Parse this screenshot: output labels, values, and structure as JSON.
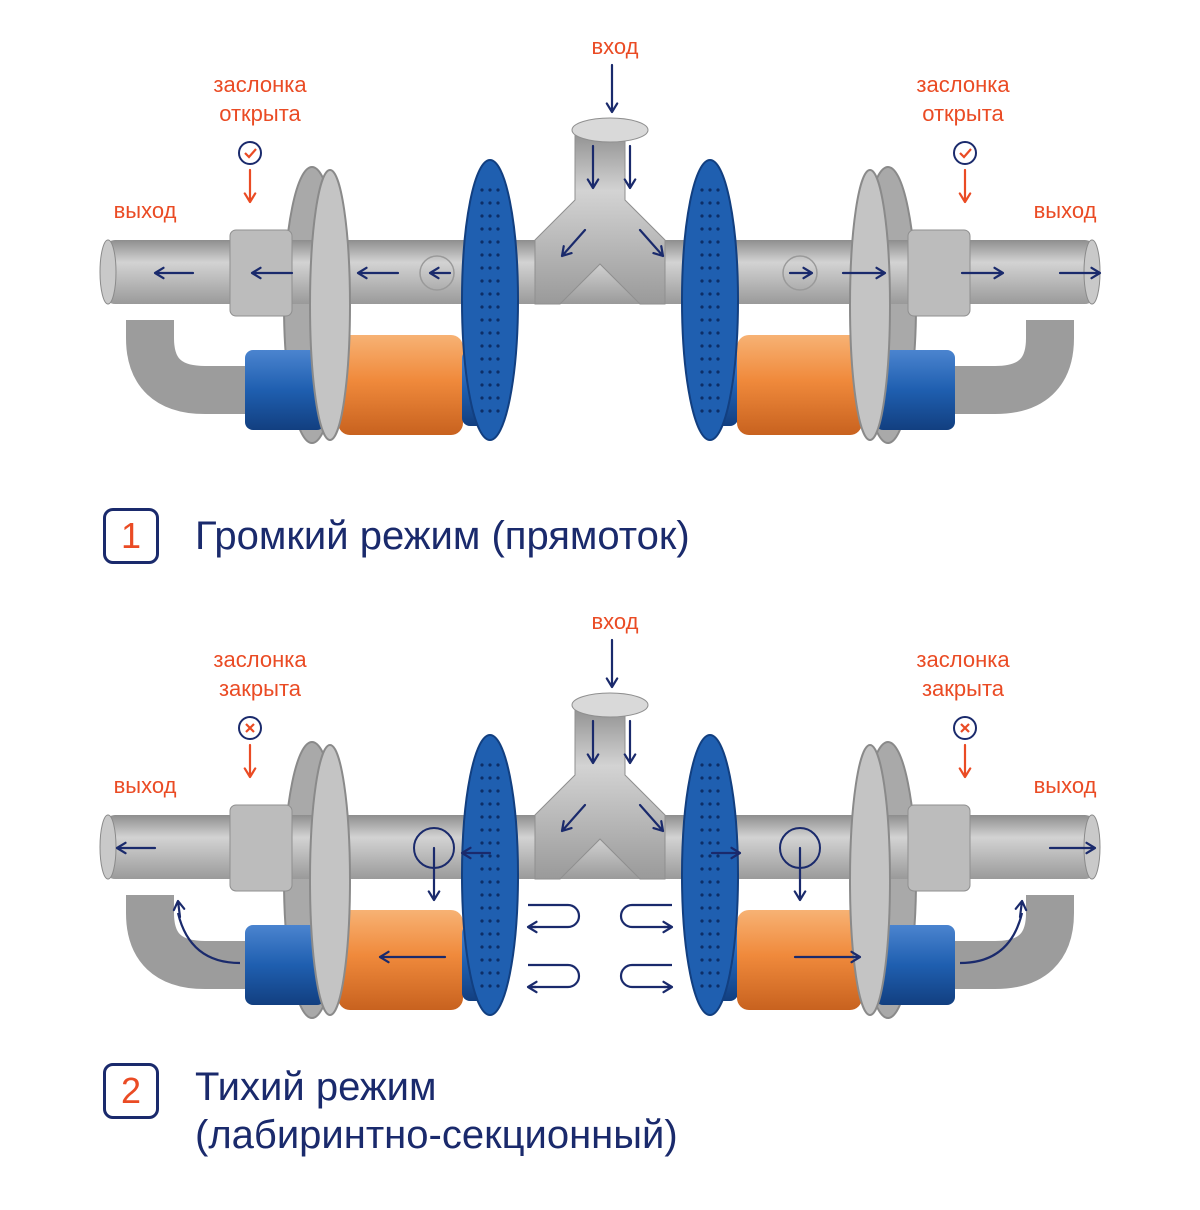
{
  "panels": [
    {
      "input_label": "вход",
      "output_left_label": "выход",
      "output_right_label": "выход",
      "damper_left_label": "заслонка\nоткрыта",
      "damper_right_label": "заслонка\nоткрыта",
      "damper_state": "open",
      "damper_icon": "check-icon"
    },
    {
      "input_label": "вход",
      "output_left_label": "выход",
      "output_right_label": "выход",
      "damper_left_label": "заслонка\nзакрыта",
      "damper_right_label": "заслонка\nзакрыта",
      "damper_state": "closed",
      "damper_icon": "cross-icon"
    }
  ],
  "modes": [
    {
      "number": "1",
      "title": "Громкий режим (прямоток)"
    },
    {
      "number": "2",
      "title": "Тихий режим\n(лабиринтно-секционный)"
    }
  ],
  "colors": {
    "accent": "#ea4b24",
    "navy": "#1a2a6c",
    "pipe": "#b4b4b4",
    "blue_part": "#1f5fb0",
    "orange_part": "#f08a3c"
  }
}
